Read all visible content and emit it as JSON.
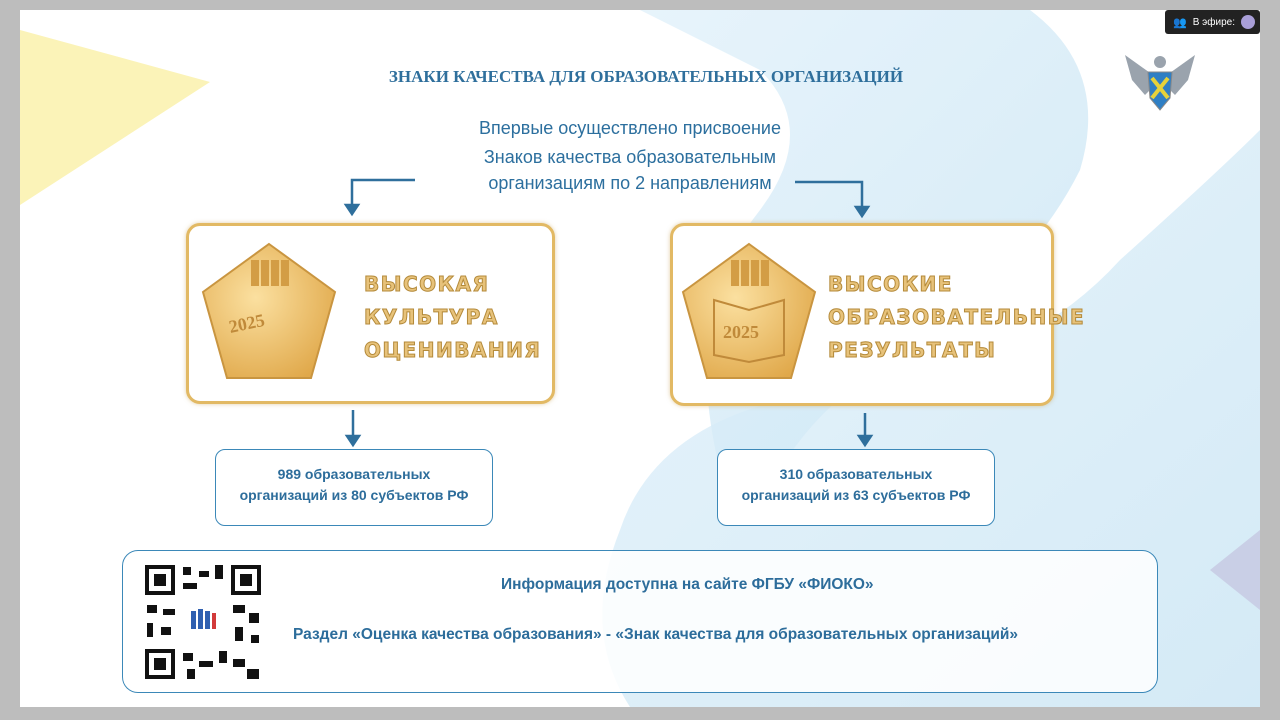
{
  "title": "ЗНАКИ КАЧЕСТВА ДЛЯ ОБРАЗОВАТЕЛЬНЫХ ОРГАНИЗАЦИЙ",
  "subtitle": [
    "Впервые осуществлено присвоение",
    "Знаков качества образовательным",
    "организациям по 2 направлениям"
  ],
  "cards": [
    {
      "year": "2025",
      "lines": [
        "ВЫСОКАЯ",
        "КУЛЬТУРА",
        "ОЦЕНИВАНИЯ"
      ]
    },
    {
      "year": "2025",
      "lines": [
        "ВЫСОКИЕ",
        "ОБРАЗОВАТЕЛЬНЫЕ",
        "РЕЗУЛЬТАТЫ"
      ]
    }
  ],
  "stats": [
    {
      "line1": "989 образовательных",
      "line2": "организаций из 80 субъектов РФ"
    },
    {
      "line1": "310 образовательных",
      "line2": "организаций из 63 субъектов РФ"
    }
  ],
  "info": {
    "line1": "Информация доступна на сайте ФГБУ «ФИОКО»",
    "line2": "Раздел «Оценка качества образования» - «Знак качества для образовательных организаций»"
  },
  "broadcast": {
    "label": "В эфире:"
  },
  "colors": {
    "accent": "#2d6d9b",
    "gold": "#e2b964"
  }
}
